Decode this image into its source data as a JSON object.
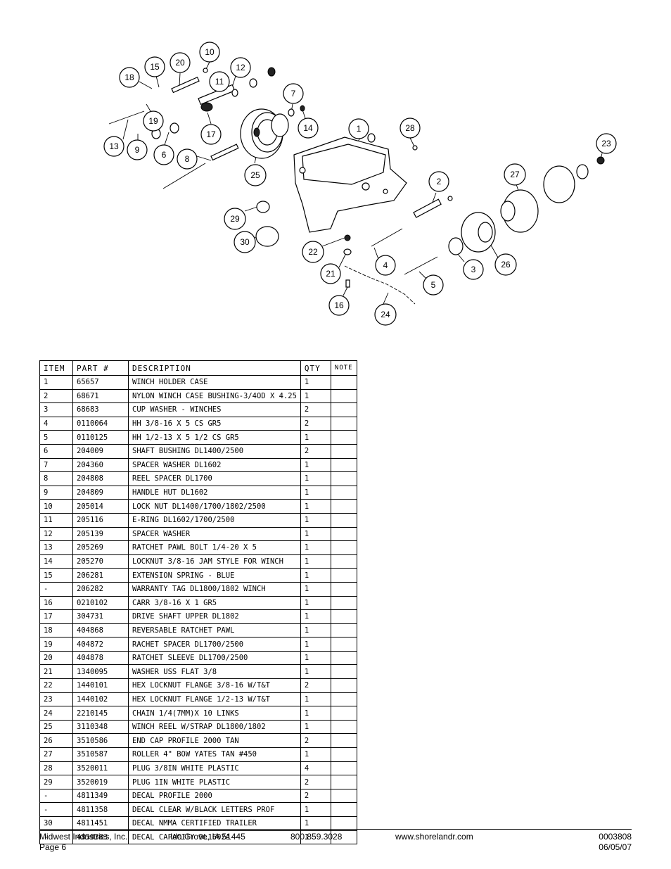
{
  "callouts": [
    {
      "n": "10"
    },
    {
      "n": "15"
    },
    {
      "n": "20"
    },
    {
      "n": "18"
    },
    {
      "n": "12"
    },
    {
      "n": "11"
    },
    {
      "n": "7"
    },
    {
      "n": "19"
    },
    {
      "n": "17"
    },
    {
      "n": "14"
    },
    {
      "n": "1"
    },
    {
      "n": "28"
    },
    {
      "n": "13"
    },
    {
      "n": "9"
    },
    {
      "n": "6"
    },
    {
      "n": "8"
    },
    {
      "n": "25"
    },
    {
      "n": "23"
    },
    {
      "n": "27"
    },
    {
      "n": "2"
    },
    {
      "n": "29"
    },
    {
      "n": "30"
    },
    {
      "n": "22"
    },
    {
      "n": "21"
    },
    {
      "n": "4"
    },
    {
      "n": "3"
    },
    {
      "n": "26"
    },
    {
      "n": "5"
    },
    {
      "n": "16"
    },
    {
      "n": "24"
    }
  ],
  "table": {
    "headers": {
      "item": "ITEM",
      "part": "PART #",
      "description": "DESCRIPTION",
      "qty": "QTY",
      "note": "NOTE"
    },
    "rows": [
      {
        "item": "1",
        "part": "65657",
        "description": "WINCH HOLDER CASE",
        "qty": "1"
      },
      {
        "item": "2",
        "part": "68671",
        "description": "NYLON WINCH CASE BUSHING-3/4OD X 4.25",
        "qty": "1"
      },
      {
        "item": "3",
        "part": "68683",
        "description": "CUP WASHER - WINCHES",
        "qty": "2"
      },
      {
        "item": "4",
        "part": "0110064",
        "description": "HH 3/8-16 X 5 CS GR5",
        "qty": "2"
      },
      {
        "item": "5",
        "part": "0110125",
        "description": "HH 1/2-13 X 5 1/2 CS GR5",
        "qty": "1"
      },
      {
        "item": "6",
        "part": "204009",
        "description": "SHAFT BUSHING  DL1400/2500",
        "qty": "2"
      },
      {
        "item": "7",
        "part": "204360",
        "description": "SPACER WASHER  DL1602",
        "qty": "1"
      },
      {
        "item": "8",
        "part": "204808",
        "description": "REEL SPACER  DL1700",
        "qty": "1"
      },
      {
        "item": "9",
        "part": "204809",
        "description": "HANDLE HUT  DL1602",
        "qty": "1"
      },
      {
        "item": "10",
        "part": "205014",
        "description": "LOCK NUT  DL1400/1700/1802/2500",
        "qty": "1"
      },
      {
        "item": "11",
        "part": "205116",
        "description": "E-RING DL1602/1700/2500",
        "qty": "1"
      },
      {
        "item": "12",
        "part": "205139",
        "description": "SPACER WASHER",
        "qty": "1"
      },
      {
        "item": "13",
        "part": "205269",
        "description": "RATCHET PAWL BOLT 1/4-20 X 5",
        "qty": "1"
      },
      {
        "item": "14",
        "part": "205270",
        "description": "LOCKNUT 3/8-16 JAM STYLE FOR WINCH",
        "qty": "1"
      },
      {
        "item": "15",
        "part": "206281",
        "description": "EXTENSION SPRING - BLUE",
        "qty": "1"
      },
      {
        "item": "-",
        "part": "206282",
        "description": "WARRANTY TAG DL1800/1802 WINCH",
        "qty": "1"
      },
      {
        "item": "16",
        "part": "0210102",
        "description": "CARR 3/8-16 X 1 GR5",
        "qty": "1"
      },
      {
        "item": "17",
        "part": "304731",
        "description": "DRIVE SHAFT UPPER  DL1802",
        "qty": "1"
      },
      {
        "item": "18",
        "part": "404868",
        "description": "REVERSABLE RATCHET PAWL",
        "qty": "1"
      },
      {
        "item": "19",
        "part": "404872",
        "description": "RACHET SPACER  DL1700/2500",
        "qty": "1"
      },
      {
        "item": "20",
        "part": "404878",
        "description": "RATCHET SLEEVE  DL1700/2500",
        "qty": "1"
      },
      {
        "item": "21",
        "part": "1340095",
        "description": "WASHER USS FLAT 3/8",
        "qty": "1"
      },
      {
        "item": "22",
        "part": "1440101",
        "description": "HEX LOCKNUT FLANGE 3/8-16 W/T&T",
        "qty": "2"
      },
      {
        "item": "23",
        "part": "1440102",
        "description": "HEX LOCKNUT FLANGE 1/2-13 W/T&T",
        "qty": "1"
      },
      {
        "item": "24",
        "part": "2210145",
        "description": "CHAIN 1/4(7MM)X 10 LINKS",
        "qty": "1"
      },
      {
        "item": "25",
        "part": "3110348",
        "description": "WINCH REEL W/STRAP  DL1800/1802",
        "qty": "1"
      },
      {
        "item": "26",
        "part": "3510586",
        "description": "END CAP PROFILE 2000 TAN",
        "qty": "2"
      },
      {
        "item": "27",
        "part": "3510587",
        "description": "ROLLER 4\" BOW YATES TAN #450",
        "qty": "1"
      },
      {
        "item": "28",
        "part": "3520011",
        "description": "PLUG  3/8IN WHITE PLASTIC",
        "qty": "4"
      },
      {
        "item": "29",
        "part": "3520019",
        "description": "PLUG  1IN WHITE PLASTIC",
        "qty": "2"
      },
      {
        "item": "-",
        "part": "4811349",
        "description": "DECAL PROFILE 2000",
        "qty": "2"
      },
      {
        "item": "-",
        "part": "4811358",
        "description": "DECAL CLEAR W/BLACK LETTERS PROF",
        "qty": "1"
      },
      {
        "item": "30",
        "part": "4811451",
        "description": " DECAL NMMA CERTIFIED TRAILER",
        "qty": "1"
      },
      {
        "item": "-",
        "part": "4850383",
        "description": "DECAL CAPACITY DL1602A",
        "qty": "1"
      }
    ]
  },
  "footer": {
    "company": "Midwest Industries, Inc.",
    "page": "Page 6",
    "location": "Ida Grove, IA 51445",
    "phone": "800.859.3028",
    "website": "www.shorelandr.com",
    "doc_number": "0003808",
    "date": "06/05/07"
  }
}
